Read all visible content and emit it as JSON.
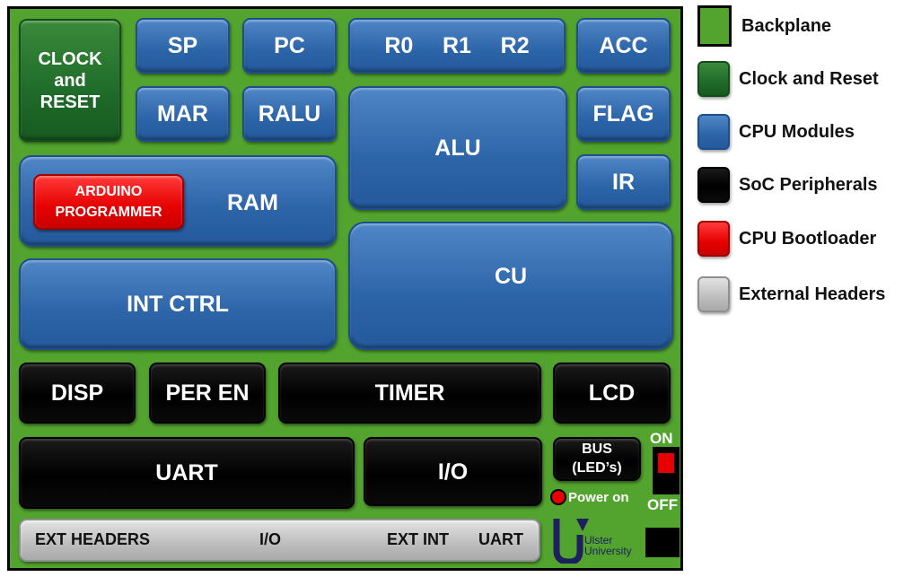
{
  "modules": {
    "clock_reset": "CLOCK\nand\nRESET",
    "sp": "SP",
    "pc": "PC",
    "registers": [
      "R0",
      "R1",
      "R2"
    ],
    "acc": "ACC",
    "mar": "MAR",
    "ralu": "RALU",
    "alu": "ALU",
    "flag": "FLAG",
    "ir": "IR",
    "ram": "RAM",
    "arduino_programmer": "ARDUINO\nPROGRAMMER",
    "cu": "CU",
    "int_ctrl": "INT CTRL",
    "disp": "DISP",
    "per_en": "PER EN",
    "timer": "TIMER",
    "lcd": "LCD",
    "uart": "UART",
    "io": "I/O",
    "bus_leds": "BUS\n(LED’s)"
  },
  "ext_headers": {
    "title": "EXT HEADERS",
    "io": "I/O",
    "ext_int": "EXT INT",
    "uart": "UART"
  },
  "switch": {
    "on": "ON",
    "off": "OFF"
  },
  "power": {
    "label": "Power on"
  },
  "logo": {
    "line1": "Ulster",
    "line2": "University"
  },
  "legend": [
    {
      "label": "Backplane",
      "color": "#52a42f"
    },
    {
      "label": "Clock and Reset",
      "color": "#1f6b2a"
    },
    {
      "label": "CPU Modules",
      "color": "#2c64a8"
    },
    {
      "label": "SoC Peripherals",
      "color": "#000000"
    },
    {
      "label": "CPU Bootloader",
      "color": "#e60000"
    },
    {
      "label": "External Headers",
      "color": "#bdbdbd"
    }
  ],
  "colors": {
    "backplane": "#52a42f",
    "cpu_module": "#2c64a8",
    "peripheral": "#000000",
    "bootloader": "#e60000",
    "clock_reset": "#1f6b2a",
    "headers": "#bdbdbd",
    "power_led": "#e60000"
  }
}
